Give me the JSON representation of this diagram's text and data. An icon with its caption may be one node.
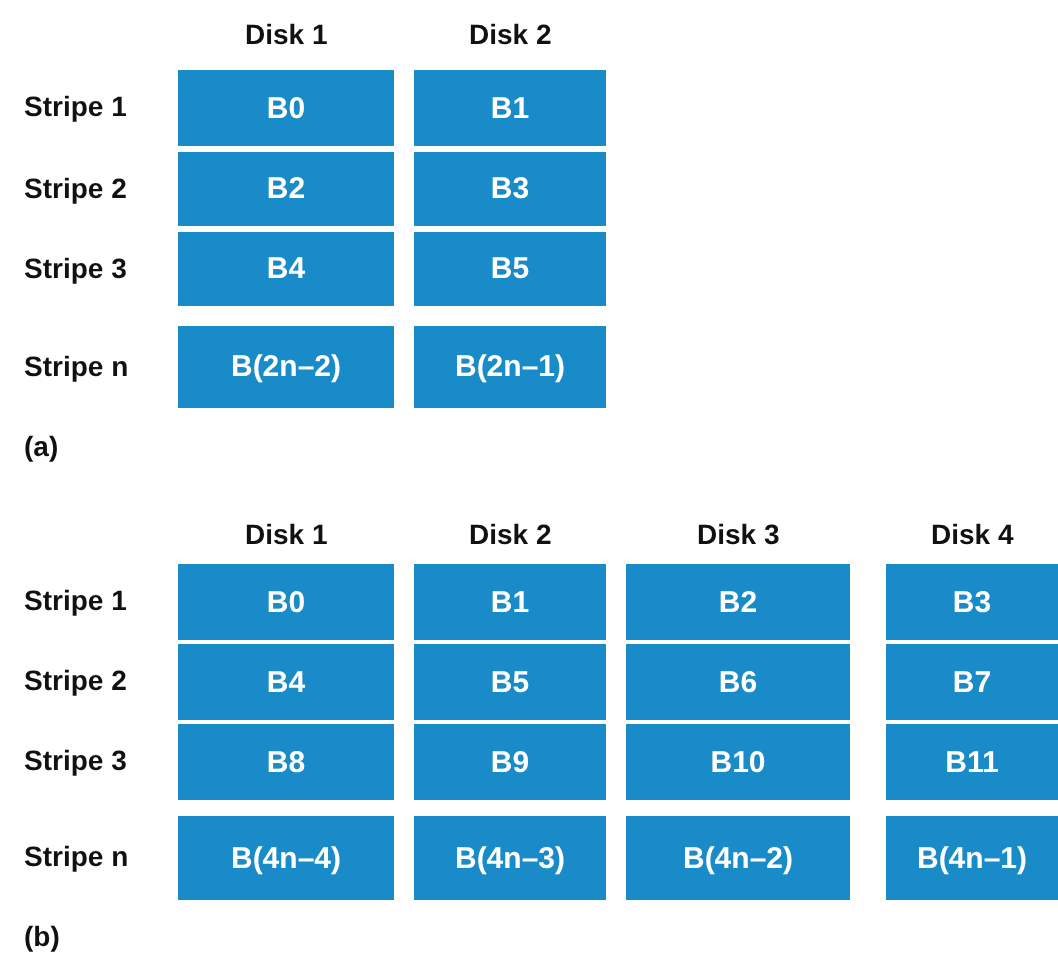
{
  "diagram": {
    "nodes": [
      {
        "text": [
          "B0"
        ]
      },
      {
        "text": [
          "B1"
        ]
      },
      {
        "text": [
          "B2"
        ]
      },
      {
        "text": [
          "B3"
        ]
      },
      {
        "text": [
          "B4"
        ]
      },
      {
        "text": [
          "B5"
        ]
      },
      {
        "text": [
          "B(2n–2)"
        ]
      },
      {
        "text": [
          "B(2n–1)"
        ]
      },
      {
        "text": [
          "B0"
        ]
      },
      {
        "text": [
          "B1"
        ]
      },
      {
        "text": [
          "B2"
        ]
      },
      {
        "text": [
          "B3"
        ]
      },
      {
        "text": [
          "B4"
        ]
      },
      {
        "text": [
          "B5"
        ]
      },
      {
        "text": [
          "B6"
        ]
      },
      {
        "text": [
          "B7"
        ]
      },
      {
        "text": [
          "B8"
        ]
      },
      {
        "text": [
          "B9"
        ]
      },
      {
        "text": [
          "B10"
        ]
      },
      {
        "text": [
          "B11"
        ]
      },
      {
        "text": [
          "B(4n–4)"
        ]
      },
      {
        "text": [
          "B(4n–3)"
        ]
      },
      {
        "text": [
          "B(4n–2)"
        ]
      },
      {
        "text": [
          "B(4n–1)"
        ]
      }
    ],
    "labels": [
      "Disk 1",
      "Disk 2",
      "Stripe 1",
      "Stripe 2",
      "Stripe 3",
      "Stripe n",
      "(a)",
      "Disk 1",
      "Disk 2",
      "Disk 3",
      "Disk 4",
      "Stripe 1",
      "Stripe 2",
      "Stripe 3",
      "Stripe n",
      "(b)"
    ]
  }
}
